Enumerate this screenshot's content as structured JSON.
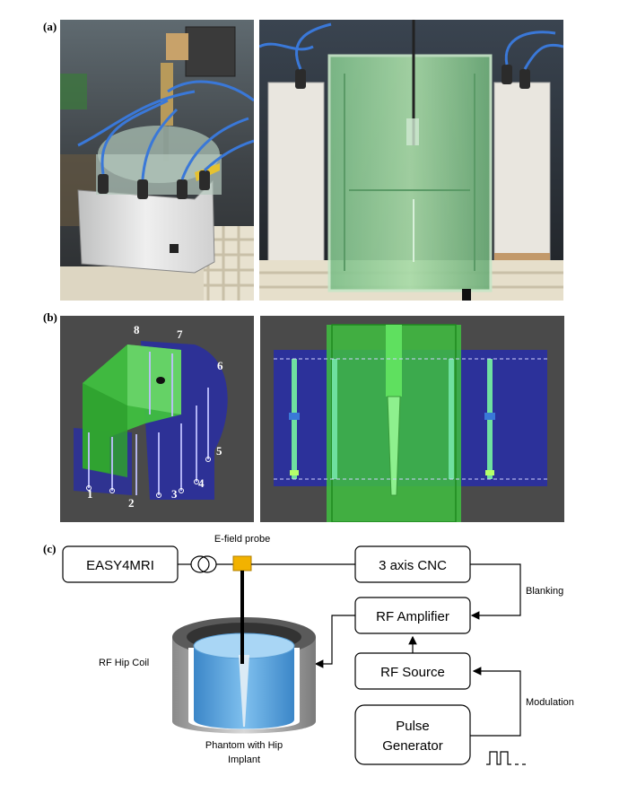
{
  "panels": {
    "a": "(a)",
    "b": "(b)",
    "c": "(c)"
  },
  "render_numbers": [
    "1",
    "2",
    "3",
    "4",
    "5",
    "6",
    "7",
    "8"
  ],
  "diagram": {
    "easy4mri": "EASY4MRI",
    "probe": "E-field probe",
    "cnc": "3 axis CNC",
    "blanking": "Blanking",
    "rf_amplifier": "RF Amplifier",
    "rf_source": "RF Source",
    "modulation": "Modulation",
    "pulse_line1": "Pulse",
    "pulse_line2": "Generator",
    "rf_hip_coil": "RF Hip Coil",
    "phantom_line1": "Phantom with Hip",
    "phantom_line2": "Implant"
  },
  "colors": {
    "render_bg": "#4a4a4a",
    "blue_panel": "#2a2f9e",
    "green_phantom": "#3fbf3f",
    "probe_yellow": "#f2b200",
    "water_blue": "#5aa6e0"
  }
}
